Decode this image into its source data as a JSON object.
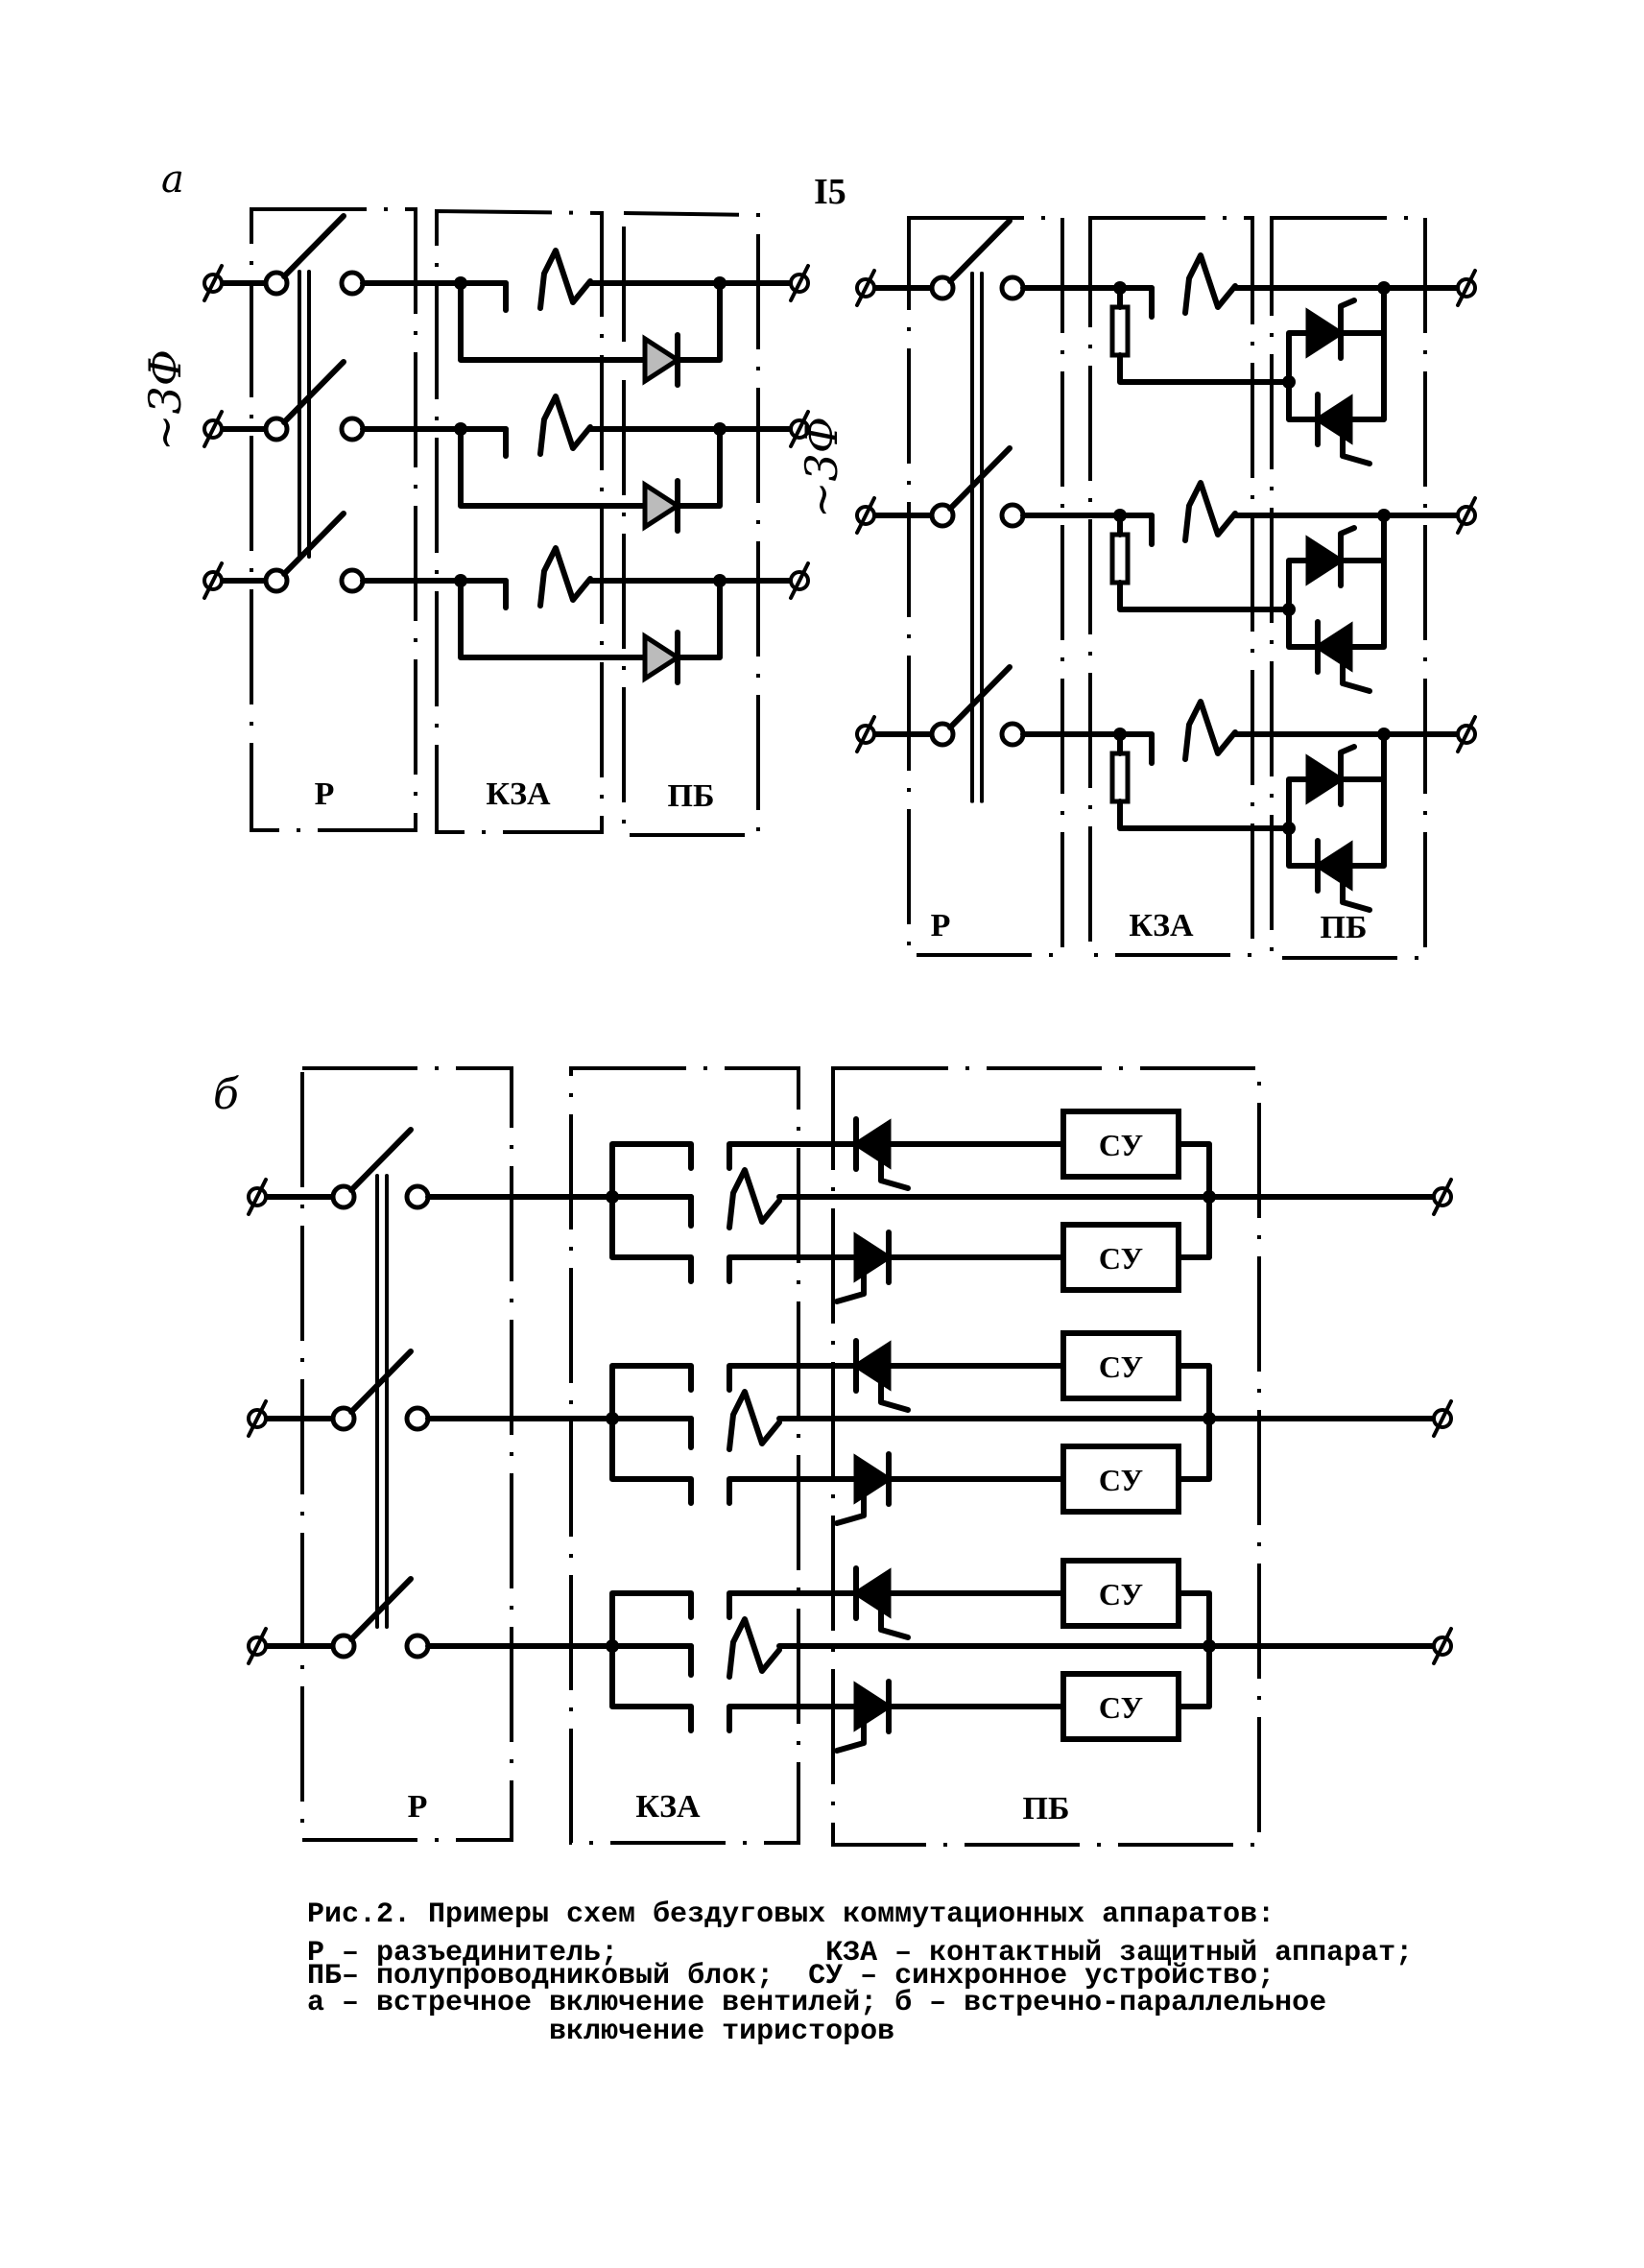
{
  "page": {
    "page_number": "I5"
  },
  "figure_a": {
    "label": "а",
    "supply_label": "~3Ф",
    "blocks": [
      "Р",
      "КЗА",
      "ПБ"
    ]
  },
  "figure_a2": {
    "supply_label": "~3Ф",
    "blocks": [
      "Р",
      "КЗА",
      "ПБ"
    ]
  },
  "figure_b": {
    "label": "б",
    "blocks": [
      "Р",
      "КЗА",
      "ПБ"
    ],
    "sync_unit_label": "СУ",
    "sync_units": [
      "СУ",
      "СУ",
      "СУ",
      "СУ",
      "СУ",
      "СУ"
    ]
  },
  "caption": {
    "title": "Рис.2. Примеры схем бездуговых коммутационных аппаратов:",
    "legend": [
      {
        "line": "Р – разъединитель;            КЗА – контактный защитный аппарат;"
      },
      {
        "line": "ПБ– полупроводниковый блок;  СУ – синхронное устройство;"
      },
      {
        "line": "а – встречное включение вентилей; б – встречно-параллельное"
      },
      {
        "line": "              включение тиристоров"
      }
    ]
  }
}
